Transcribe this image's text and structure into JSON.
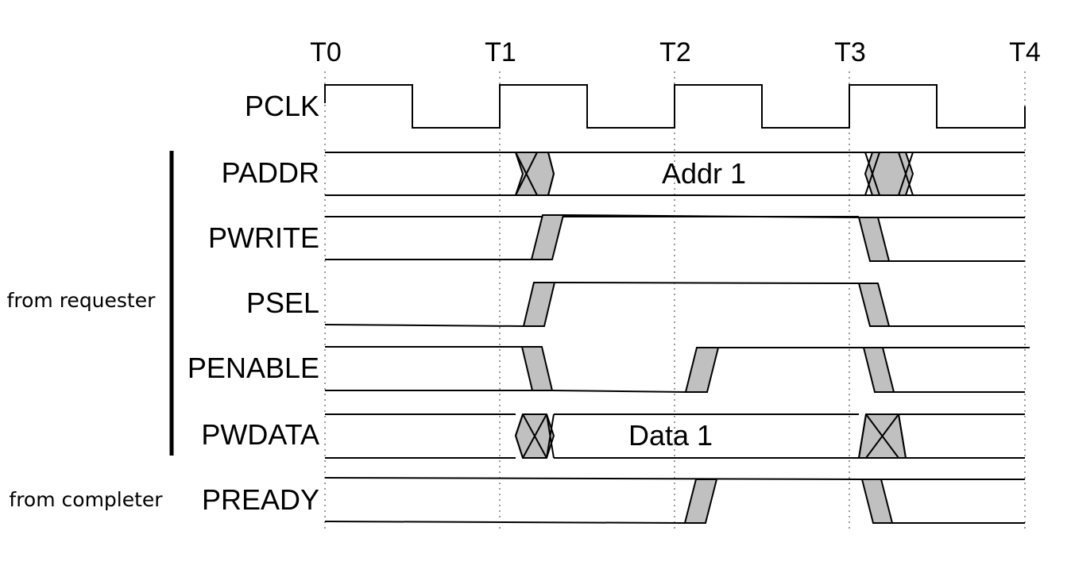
{
  "time_markers": [
    "T0",
    "T1",
    "T2",
    "T3",
    "T4"
  ],
  "groups": {
    "requester": "from requester",
    "completer": "from completer"
  },
  "signals": [
    {
      "name": "PCLK"
    },
    {
      "name": "PADDR",
      "bus_value": "Addr 1"
    },
    {
      "name": "PWRITE"
    },
    {
      "name": "PSEL"
    },
    {
      "name": "PENABLE"
    },
    {
      "name": "PWDATA",
      "bus_value": "Data 1"
    },
    {
      "name": "PREADY"
    }
  ],
  "colors": {
    "transition_fill": "#c0c0c0",
    "line": "#000000",
    "grid": "#7a7a7a"
  }
}
